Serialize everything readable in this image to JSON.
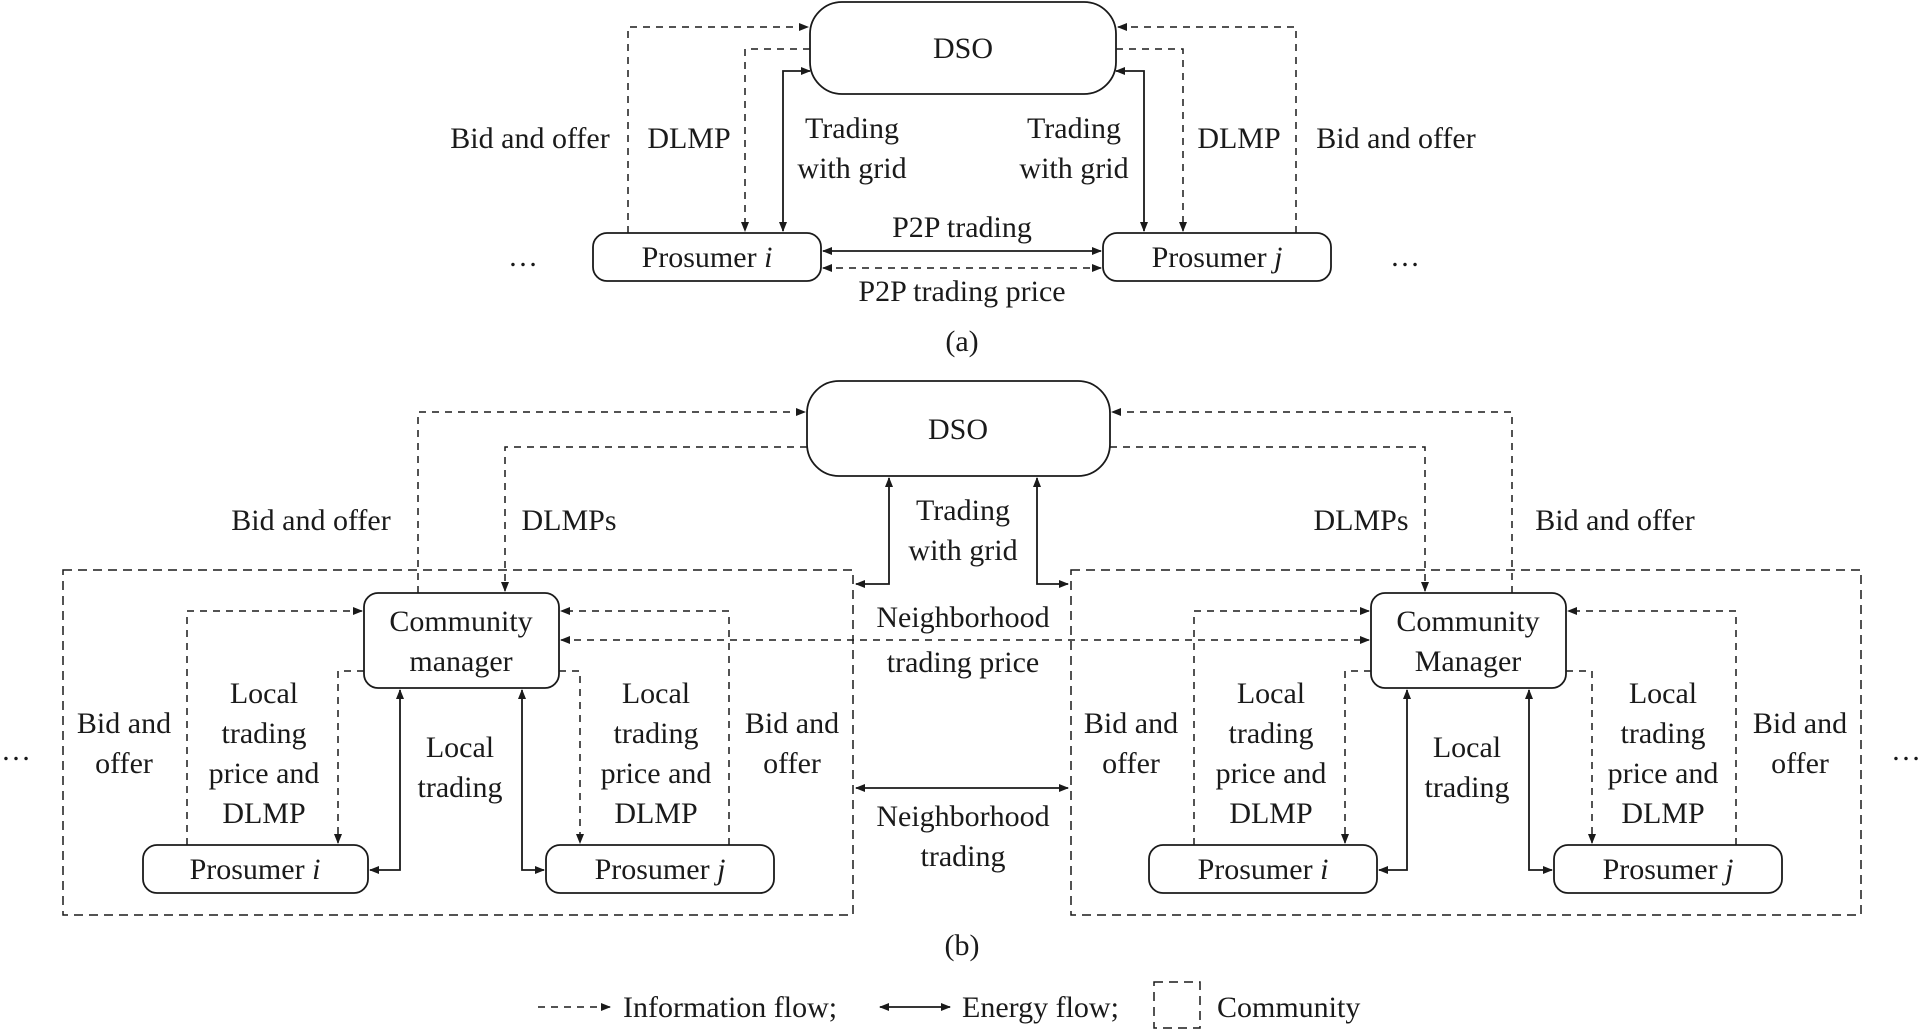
{
  "panel_a": {
    "caption": "(a)",
    "dso": "DSO",
    "prosumer_prefix": "Prosumer",
    "prosumer_i_suffix": "i",
    "prosumer_j_suffix": "j",
    "left_outer_label": "Bid and offer",
    "left_inner_label": "DLMP",
    "right_inner_label": "DLMP",
    "right_outer_label": "Bid and offer",
    "grid_trading_left": [
      "Trading",
      "with grid"
    ],
    "grid_trading_right": [
      "Trading",
      "with grid"
    ],
    "p2p_trading": "P2P trading",
    "p2p_price": "P2P trading price",
    "ellipsis": "…"
  },
  "panel_b": {
    "caption": "(b)",
    "dso": "DSO",
    "left_bid_label": "Bid and offer",
    "left_dlmp_label": "DLMPs",
    "right_dlmp_label": "DLMPs",
    "right_bid_label": "Bid and offer",
    "grid_trading": [
      "Trading",
      "with grid"
    ],
    "neighborhood_price": [
      "Neighborhood",
      "trading price"
    ],
    "neighborhood_trading": [
      "Neighborhood",
      "trading"
    ],
    "left_manager": [
      "Community",
      "manager"
    ],
    "right_manager": [
      "Community",
      "Manager"
    ],
    "prosumer_prefix": "Prosumer",
    "prosumer_i_suffix": "i",
    "prosumer_j_suffix": "j",
    "bid_offer_stacked": [
      "Bid and",
      "offer"
    ],
    "local_price_stacked": [
      "Local",
      "trading",
      "price and",
      "DLMP"
    ],
    "local_trading_stacked": [
      "Local",
      "trading"
    ],
    "ellipsis": "…"
  },
  "legend": {
    "info_flow": "Information flow;",
    "energy_flow": "Energy flow;",
    "community": "Community"
  }
}
